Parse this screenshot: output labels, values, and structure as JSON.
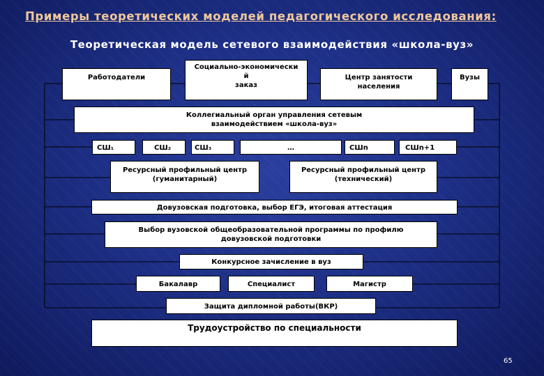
{
  "heading": "Примеры теоретических моделей педагогического исследования:",
  "subheading": "Теоретическая модель сетевого взаимодействия «школа-вуз»",
  "boxes": {
    "employers": "Работодатели",
    "social_order": "Социально-экономически\nй\nзаказ",
    "employment_center": "Центр занятости\nнаселения",
    "universities": "Вузы",
    "collegial_body": "Коллегиальный орган управления сетевым\nвзаимодействием «школа-вуз»",
    "sh1": "СШ₁",
    "sh2": "СШ₂",
    "sh3": "СШ₃",
    "ellipsis": "…",
    "shn": "СШn",
    "shn1": "СШn+1",
    "resource_humanitarian": "Ресурсный профильный центр\n(гуманитарный)",
    "resource_technical": "Ресурсный профильный центр\n(технический)",
    "pre_university": "Довузовская подготовка, выбор ЕГЭ, итоговая аттестация",
    "program_choice": "Выбор вузовской общеобразовательной программы по профилю\nдовузовской подготовки",
    "competitive_enrollment": "Конкурсное зачисление в вуз",
    "bachelor": "Бакалавр",
    "specialist": "Специалист",
    "master": "Магистр",
    "thesis_defense": "Защита дипломной работы(ВКР)",
    "employment": "Трудоустройство по специальности"
  },
  "page_number": "65",
  "colors": {
    "background": "#1d2f86",
    "heading": "#f0c89a",
    "text_on_bg": "#ffffff",
    "box_fill": "#ffffff",
    "connector": "#000000"
  }
}
